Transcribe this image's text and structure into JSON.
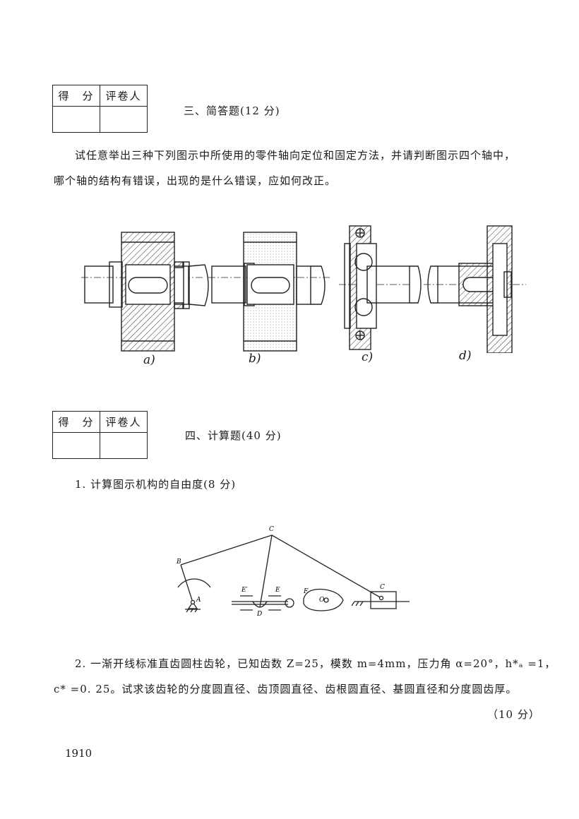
{
  "section3": {
    "score_label": "得　分",
    "grader_label": "评卷人",
    "title": "三、简答题(12 分)",
    "question": "试任意举出三种下列图示中所使用的零件轴向定位和固定方法，并请判断图示四个轴中，",
    "question_line2": "哪个轴的结构有错误，出现的是什么错误，应如何改正。",
    "captions": [
      "a)",
      "b)",
      "c)",
      "d)"
    ]
  },
  "section4": {
    "score_label": "得　分",
    "grader_label": "评卷人",
    "title": "四、计算题(40 分)",
    "q1": "1. 计算图示机构的自由度(8 分)",
    "mechanism_labels": {
      "A": "A",
      "B": "B",
      "C_top": "C",
      "C_slider": "C",
      "D": "D",
      "E_prime": "E′",
      "E": "E",
      "F": "F",
      "O": "O"
    },
    "q2_line1": "2. 一渐开线标准直齿圆柱齿轮，已知齿数 Z=25，模数 m=4mm，压力角 α=20°，h*ₐ =1，",
    "q2_line2": "c* =0. 25。试求该齿轮的分度圆直径、齿顶圆直径、齿根圆直径、基圆直径和分度圆齿厚。",
    "q2_points": "（10 分）"
  },
  "page_number": "1910"
}
